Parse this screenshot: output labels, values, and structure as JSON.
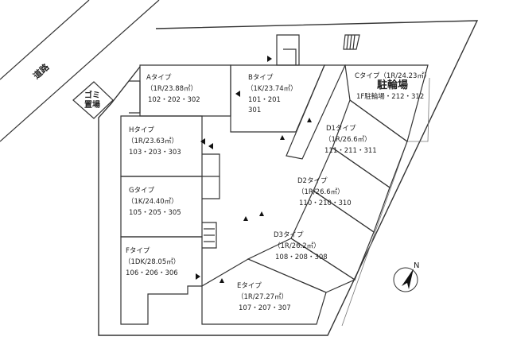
{
  "road_label": "道路",
  "garbage_label": [
    "ゴミ",
    "置場"
  ],
  "parking_label": "駐輪場",
  "compass_label": "N",
  "units": {
    "A": {
      "name": "Aタイプ",
      "area": "（1R/23.88㎡）",
      "rooms": "102・202・302"
    },
    "B": {
      "name": "Bタイプ",
      "area": "（1K/23.74㎡）",
      "rooms": "101・201",
      "rooms2": "301"
    },
    "C": {
      "name": "Cタイプ（1R/24.23㎡）",
      "rooms": "1F駐輪場・212・312"
    },
    "D1": {
      "name": "D1タイプ",
      "area": "（1R/26.6㎡）",
      "rooms": "111・211・311"
    },
    "D2": {
      "name": "D2タイプ",
      "area": "（1R/26.6㎡）",
      "rooms": "110・210・310"
    },
    "D3": {
      "name": "D3タイプ",
      "area": "（1R/26.2㎡）",
      "rooms": "108・208・308"
    },
    "E": {
      "name": "Eタイプ",
      "area": "（1R/27.27㎡）",
      "rooms": "107・207・307"
    },
    "F": {
      "name": "Fタイプ",
      "area": "（1DK/28.05㎡）",
      "rooms": "106・206・306"
    },
    "G": {
      "name": "Gタイプ",
      "area": "（1K/24.40㎡）",
      "rooms": "105・205・305"
    },
    "H": {
      "name": "Hタイプ",
      "area": "（1R/23.63㎡）",
      "rooms": "103・203・303"
    }
  }
}
